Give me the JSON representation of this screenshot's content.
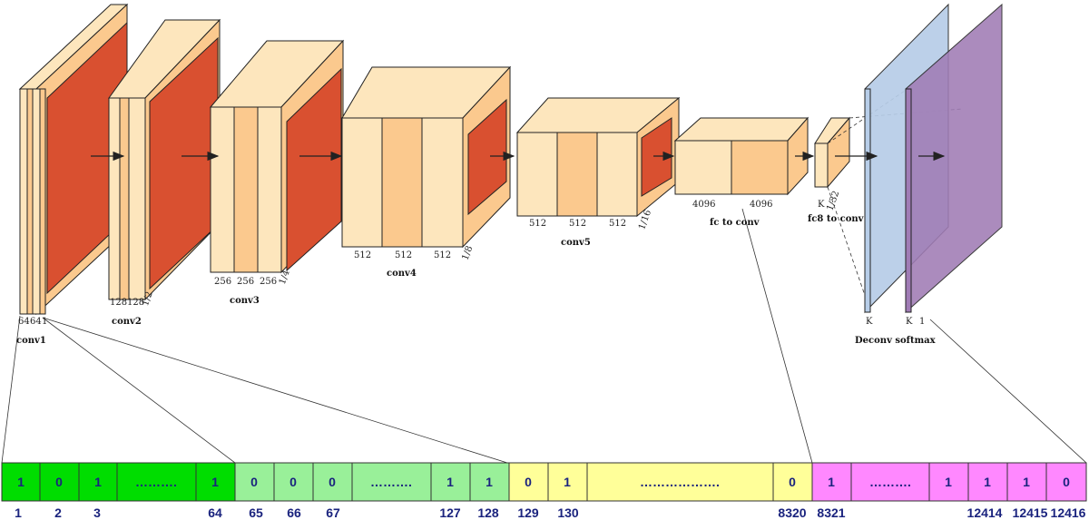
{
  "layers": [
    {
      "caption": "conv1",
      "dims": [
        "64",
        "64",
        "1"
      ]
    },
    {
      "caption": "conv2",
      "dims": [
        "128",
        "128",
        "1/2"
      ]
    },
    {
      "caption": "conv3",
      "dims": [
        "256",
        "256",
        "256",
        "1/4"
      ]
    },
    {
      "caption": "conv4",
      "dims": [
        "512",
        "512",
        "512",
        "1/8"
      ]
    },
    {
      "caption": "conv5",
      "dims": [
        "512",
        "512",
        "512",
        "1/16"
      ]
    },
    {
      "caption": "fc to conv",
      "dims": [
        "4096",
        "4096"
      ]
    },
    {
      "caption": "fc8 to conv",
      "dims": [
        "K",
        "1/32"
      ]
    },
    {
      "caption": "Deconv softmax",
      "dims": [
        "K",
        "K",
        "1"
      ]
    }
  ],
  "vector": {
    "cells": [
      "1",
      "0",
      "1",
      "……….",
      "1",
      "0",
      "0",
      "0",
      "……….",
      "1",
      "1",
      "0",
      "1",
      "……………….",
      "0",
      "1",
      "……….",
      "1",
      "1",
      "1",
      "0"
    ],
    "indices": [
      "1",
      "2",
      "3",
      "64",
      "65",
      "66",
      "67",
      "127",
      "128",
      "129",
      "130",
      "8320",
      "8321",
      "12414",
      "12415",
      "12416"
    ]
  },
  "colors": {
    "green": "#00dd00",
    "light_green": "#99f099",
    "yellow": "#ffff99",
    "pink": "#ff88ff",
    "block_light": "#fde6bd",
    "block_mid": "#fbc98e",
    "red": "#d95030",
    "blue": "#b7cde8",
    "purple": "#a07cb5"
  }
}
